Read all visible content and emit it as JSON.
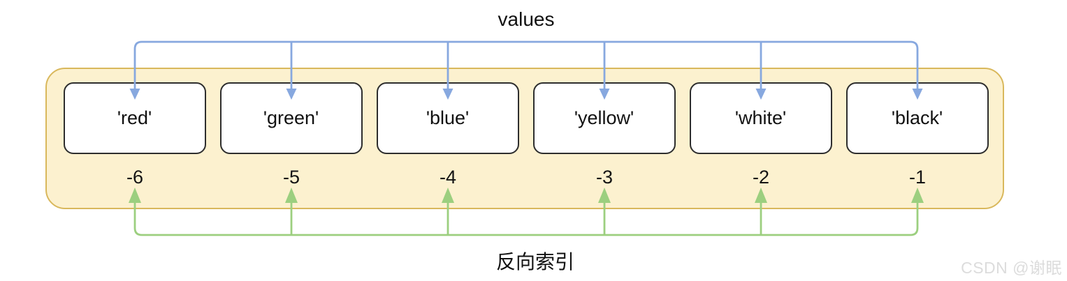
{
  "title": "values",
  "bottom_label": "反向索引",
  "watermark": "CSDN @谢眠",
  "list": {
    "cells": [
      {
        "value": "'red'",
        "index": "-6"
      },
      {
        "value": "'green'",
        "index": "-5"
      },
      {
        "value": "'blue'",
        "index": "-4"
      },
      {
        "value": "'yellow'",
        "index": "-3"
      },
      {
        "value": "'white'",
        "index": "-2"
      },
      {
        "value": "'black'",
        "index": "-1"
      }
    ]
  },
  "colors": {
    "values_arrow_blue": "#87A8DF",
    "reverse_arrow_green": "#9CCF7F",
    "container_fill": "#FCF1CF",
    "container_border": "#D9B85C",
    "cell_border": "#2e2e2e",
    "text": "#111111",
    "watermark_gray": "#DCDCDC"
  }
}
